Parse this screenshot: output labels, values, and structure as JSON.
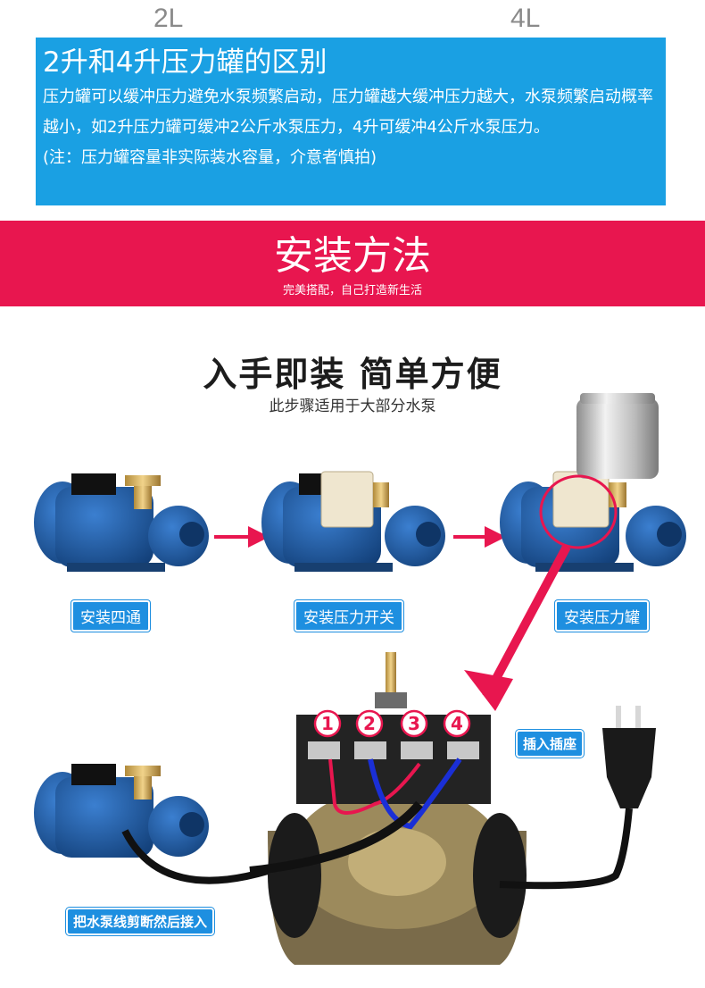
{
  "size_labels": {
    "left": "2L",
    "right": "4L"
  },
  "info_panel": {
    "title": "2升和4升压力罐的区别",
    "body": "压力罐可以缓冲压力避免水泵频繁启动，压力罐越大缓冲压力越大，水泵频繁启动概率越小，如2升压力罐可缓冲2公斤水泵压力，4升可缓冲4公斤水泵压力。",
    "note": "(注：压力罐容量非实际装水容量，介意者慎拍)",
    "colors": {
      "background": "#1aa0e3",
      "text": "#ffffff"
    }
  },
  "banner": {
    "title": "安装方法",
    "subtitle": "完美搭配，自己打造新生活",
    "color": "#e8164f"
  },
  "headline": "入手即装 简单方便",
  "subheadline": "此步骤适用于大部分水泵",
  "steps": [
    {
      "label": "安装四通",
      "icon": "pump-with-fitting-icon"
    },
    {
      "label": "安装压力开关",
      "icon": "pump-with-switch-icon"
    },
    {
      "label": "安装压力罐",
      "icon": "pump-with-tank-icon"
    }
  ],
  "switch_terminals": [
    "1",
    "2",
    "3",
    "4"
  ],
  "callouts": {
    "plug": "插入插座",
    "cut_wire": "把水泵线剪断然后接入"
  },
  "accent_colors": {
    "arrow": "#e8164f",
    "pump": "#1f5fa6",
    "tag": "#1e8fe0",
    "blue_wire": "#1a2fd6",
    "red_wire": "#e8164f"
  }
}
